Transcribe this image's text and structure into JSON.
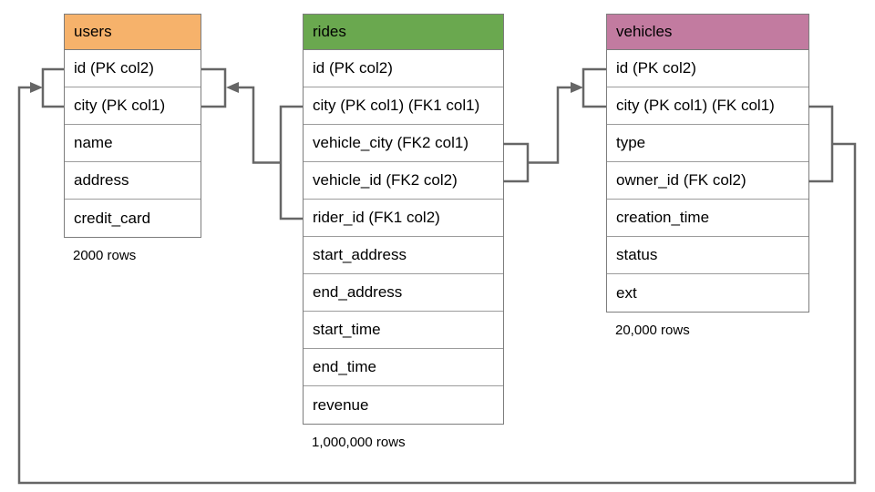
{
  "diagram": {
    "canvas_background": "#ffffff",
    "line_color": "#666666",
    "tables": [
      {
        "name": "users",
        "header_color": "#f6b26b",
        "columns": [
          "id (PK col2)",
          "city (PK col1)",
          "name",
          "address",
          "credit_card"
        ],
        "row_count_label": "2000 rows"
      },
      {
        "name": "rides",
        "header_color": "#6aa84f",
        "columns": [
          "id (PK col2)",
          "city (PK col1) (FK1 col1)",
          "vehicle_city (FK2 col1)",
          "vehicle_id (FK2 col2)",
          "rider_id (FK1 col2)",
          "start_address",
          "end_address",
          "start_time",
          "end_time",
          "revenue"
        ],
        "row_count_label": "1,000,000 rows"
      },
      {
        "name": "vehicles",
        "header_color": "#c27ba0",
        "columns": [
          "id (PK col2)",
          "city (PK col1) (FK col1)",
          "type",
          "owner_id (FK col2)",
          "creation_time",
          "status",
          "ext"
        ],
        "row_count_label": "20,000 rows"
      }
    ],
    "relationships": [
      {
        "id": "rides-to-users",
        "description": "rides (city, rider_id) FK1 references users (id, city)"
      },
      {
        "id": "rides-to-vehicles",
        "description": "rides (vehicle_city, vehicle_id) FK2 references vehicles (id, city)"
      },
      {
        "id": "vehicles-to-users",
        "description": "vehicles (city, owner_id) FK references users (id, city)"
      }
    ]
  }
}
